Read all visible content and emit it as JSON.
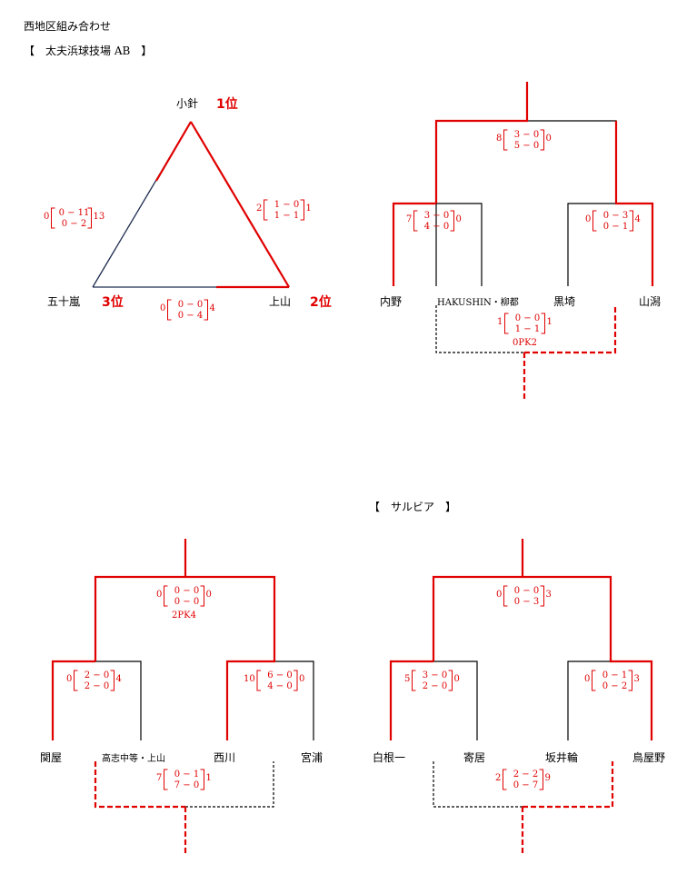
{
  "header": {
    "title": "西地区組み合わせ",
    "venue1": "【　太夫浜球技場 AB　】",
    "venue2": "【　サルビア　】"
  },
  "league": {
    "top": {
      "name": "小針",
      "rank": "1位"
    },
    "left": {
      "name": "五十嵐",
      "rank": "3位"
    },
    "right": {
      "name": "上山",
      "rank": "2位"
    },
    "left_edge": {
      "a": "0",
      "b": "13",
      "h1": "0 − 11",
      "h2": "0 − 2"
    },
    "right_edge": {
      "a": "2",
      "b": "1",
      "h1": "1 − 0",
      "h2": "1 − 1"
    },
    "bottom_edge": {
      "a": "0",
      "b": "4",
      "h1": "0 − 0",
      "h2": "0 − 4"
    }
  },
  "bracket1": {
    "teams": [
      "内野",
      "HAKUSHIN・柳都",
      "黒埼",
      "山潟"
    ],
    "semi_left": {
      "a": "7",
      "b": "0",
      "h1": "3 − 0",
      "h2": "4 − 0"
    },
    "semi_right": {
      "a": "0",
      "b": "4",
      "h1": "0 − 3",
      "h2": "0 − 1"
    },
    "final": {
      "a": "8",
      "b": "0",
      "h1": "3 − 0",
      "h2": "5 − 0"
    },
    "third": {
      "a": "1",
      "b": "1",
      "h1": "0 − 0",
      "h2": "1 − 1",
      "pk": "0PK2"
    }
  },
  "bracket2": {
    "teams": [
      "関屋",
      "高志中等・上山",
      "西川",
      "宮浦"
    ],
    "semi_left": {
      "a": "0",
      "b": "4",
      "h1": "2 − 0",
      "h2": "2 − 0"
    },
    "semi_right": {
      "a": "10",
      "b": "0",
      "h1": "6 − 0",
      "h2": "4 − 0"
    },
    "final": {
      "a": "0",
      "b": "0",
      "h1": "0 − 0",
      "h2": "0 − 0",
      "pk": "2PK4"
    },
    "third": {
      "a": "7",
      "b": "1",
      "h1": "0 − 1",
      "h2": "7 − 0"
    }
  },
  "bracket3": {
    "teams": [
      "白根一",
      "寄居",
      "坂井輪",
      "鳥屋野"
    ],
    "semi_left": {
      "a": "5",
      "b": "0",
      "h1": "3 − 0",
      "h2": "2 − 0"
    },
    "semi_right": {
      "a": "0",
      "b": "3",
      "h1": "0 − 1",
      "h2": "0 − 2"
    },
    "final": {
      "a": "0",
      "b": "3",
      "h1": "0 − 0",
      "h2": "0 − 3"
    },
    "third": {
      "a": "2",
      "b": "9",
      "h1": "2 − 2",
      "h2": "0 − 7"
    }
  }
}
